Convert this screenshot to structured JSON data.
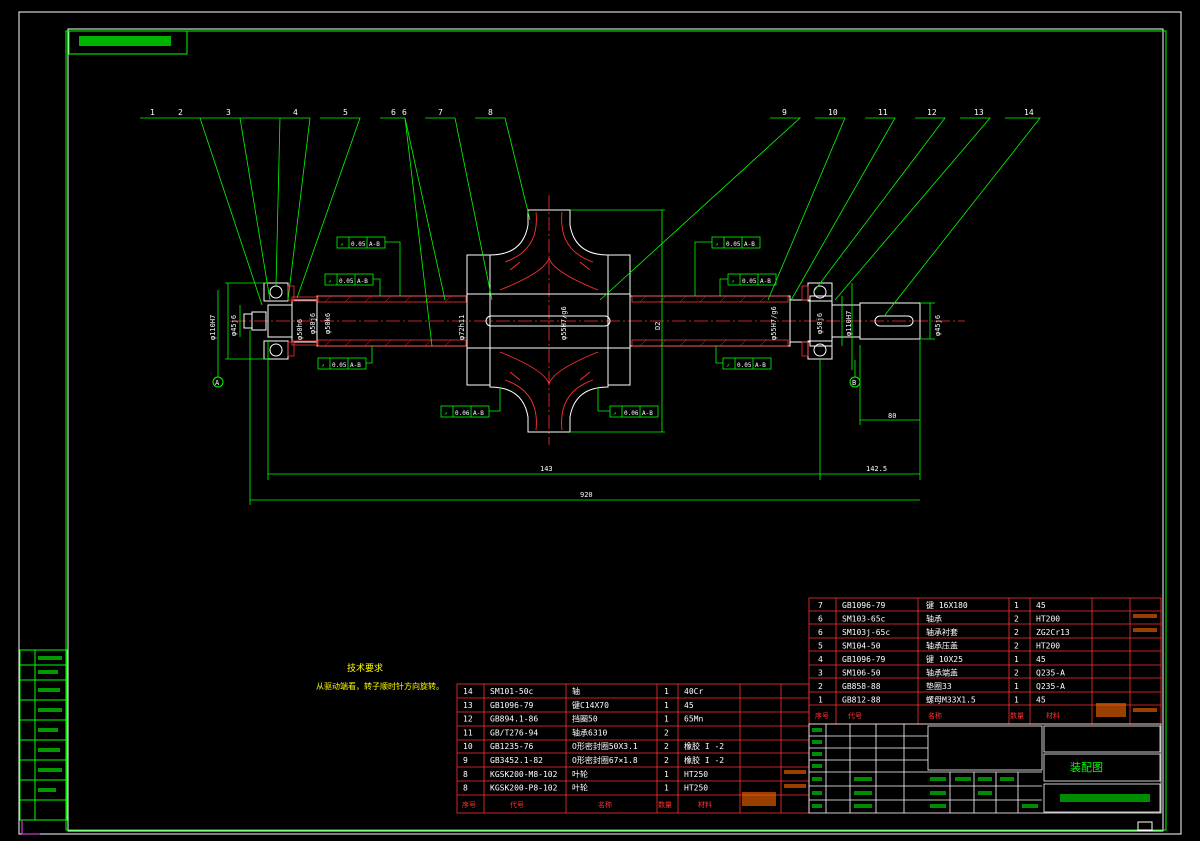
{
  "title_stamp": "装配图",
  "drawing_no": "",
  "tech_req": {
    "title": "技术要求",
    "body": "从驱动端看，转子顺时针方向旋转。"
  },
  "balloons": [
    "1",
    "2",
    "3",
    "4",
    "5",
    "6",
    "6",
    "7",
    "8",
    "9",
    "10",
    "11",
    "12",
    "13",
    "14"
  ],
  "dims": {
    "d143": "143",
    "d1425": "142.5",
    "d920": "920",
    "d80": "80",
    "dD2": "D2",
    "dia_left_end": "φ45j6",
    "dia_left_brg": "φ110H7",
    "dia_left_seat": "φ50h6",
    "dia_left_seat2": "φ50j6",
    "dia_left_sleeve": "φ50k6",
    "dia_shaft_mid": "φ72h11",
    "dia_hub": "φ55H7/g6",
    "dia_right_sleeve": "φ55H7/g6",
    "dia_right_seat": "φ50j6",
    "dia_right_brg": "φ110H7",
    "dia_right_end": "φ45j6"
  },
  "datums": [
    "A",
    "B"
  ],
  "tolerances": [
    {
      "value": "0.05",
      "ref": "A-B"
    },
    {
      "value": "0.05",
      "ref": "A-B"
    },
    {
      "value": "0.05",
      "ref": "A-B"
    },
    {
      "value": "0.05",
      "ref": "A-B"
    },
    {
      "value": "0.05",
      "ref": "A-B"
    },
    {
      "value": "0.05",
      "ref": "A-B"
    },
    {
      "value": "0.06",
      "ref": "A-B"
    },
    {
      "value": "0.06",
      "ref": "A-B"
    }
  ],
  "bom_upper": [
    {
      "no": "7",
      "code": "GB1096-79",
      "name": "键 16X180",
      "qty": "1",
      "mat": "45",
      "note": ""
    },
    {
      "no": "6",
      "code": "SM103-65c",
      "name": "轴承",
      "qty": "2",
      "mat": "HT200",
      "note": ""
    },
    {
      "no": "6",
      "code": "SM103j-65c",
      "name": "轴承衬套",
      "qty": "2",
      "mat": "ZG2Cr13",
      "note": ""
    },
    {
      "no": "5",
      "code": "SM104-50",
      "name": "轴承压盖",
      "qty": "2",
      "mat": "HT200",
      "note": ""
    },
    {
      "no": "4",
      "code": "GB1096-79",
      "name": "键 10X25",
      "qty": "1",
      "mat": "45",
      "note": ""
    },
    {
      "no": "3",
      "code": "SM106-50",
      "name": "轴承端盖",
      "qty": "2",
      "mat": "Q235-A",
      "note": ""
    },
    {
      "no": "2",
      "code": "GB858-88",
      "name": "垫圈33",
      "qty": "1",
      "mat": "Q235-A",
      "note": ""
    },
    {
      "no": "1",
      "code": "GB812-88",
      "name": "螺母M33X1.5",
      "qty": "1",
      "mat": "45",
      "note": ""
    }
  ],
  "bom_lower": [
    {
      "no": "14",
      "code": "SM101-50c",
      "name": "轴",
      "qty": "1",
      "mat": "40Cr"
    },
    {
      "no": "13",
      "code": "GB1096-79",
      "name": "键C14X70",
      "qty": "1",
      "mat": "45"
    },
    {
      "no": "12",
      "code": "GB894.1-86",
      "name": "挡圈50",
      "qty": "1",
      "mat": "65Mn"
    },
    {
      "no": "11",
      "code": "GB/T276-94",
      "name": "轴承6310",
      "qty": "2",
      "mat": ""
    },
    {
      "no": "10",
      "code": "GB1235-76",
      "name": "O形密封圈50X3.1",
      "qty": "2",
      "mat": "橡胶 I -2"
    },
    {
      "no": "9",
      "code": "GB3452.1-82",
      "name": "O形密封圈67×1.8",
      "qty": "2",
      "mat": "橡胶 I -2"
    },
    {
      "no": "8",
      "code": "KGSK200-M8-102",
      "name": "叶轮",
      "qty": "1",
      "mat": "HT250"
    },
    {
      "no": "8",
      "code": "KGSK200-P8-102",
      "name": "叶轮",
      "qty": "1",
      "mat": "HT250"
    }
  ],
  "bom_header": {
    "no": "序号",
    "code": "代号",
    "name": "名称",
    "qty": "数量",
    "mat": "材料"
  },
  "colors": {
    "frame": "#ffffff",
    "green": "#00ff00",
    "red": "#ff3030",
    "yellow": "#ffff00",
    "cyan": "#00ffff",
    "magenta": "#ff40ff",
    "orange": "#ff6a00"
  }
}
